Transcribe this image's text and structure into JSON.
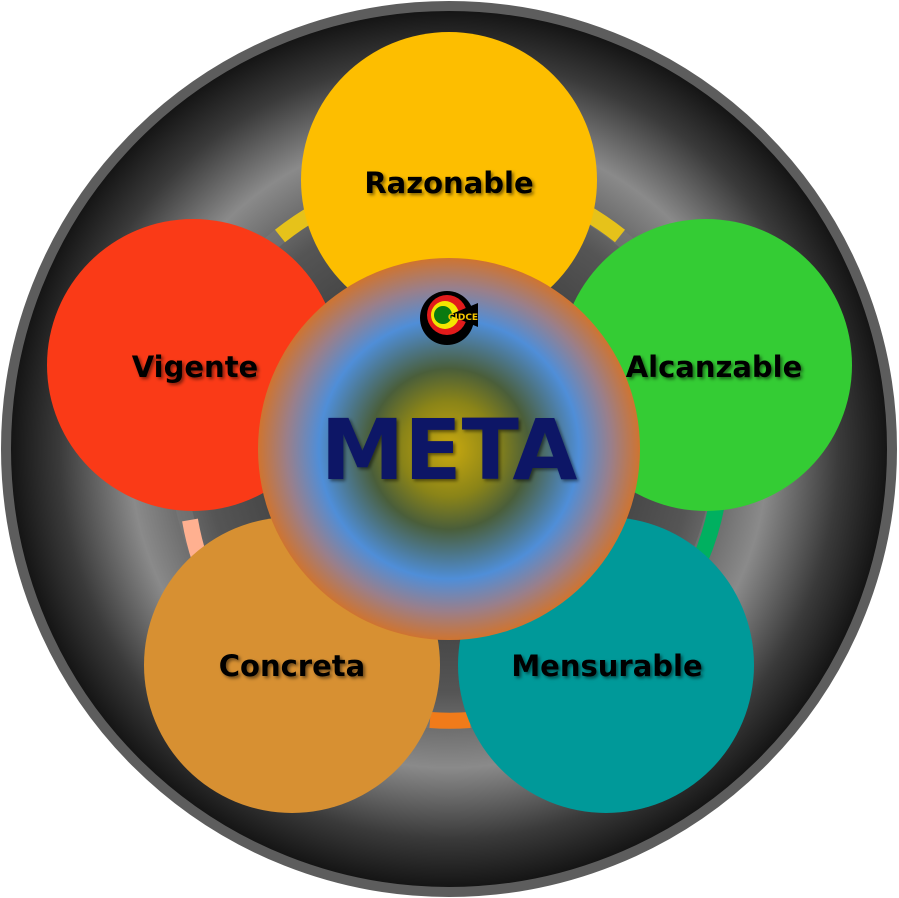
{
  "center": {
    "label": "META",
    "color": "#0b1766"
  },
  "logo": {
    "text": "CIDCE"
  },
  "petals": [
    {
      "id": "razonable",
      "label": "Razonable",
      "color": "#fdbe00"
    },
    {
      "id": "alcanzable",
      "label": "Alcanzable",
      "color": "#34cc34"
    },
    {
      "id": "mensurable",
      "label": "Mensurable",
      "color": "#009999"
    },
    {
      "id": "concreta",
      "label": "Concreta",
      "color": "#d79032"
    },
    {
      "id": "vigente",
      "label": "Vigente",
      "color": "#fa3a17"
    }
  ]
}
